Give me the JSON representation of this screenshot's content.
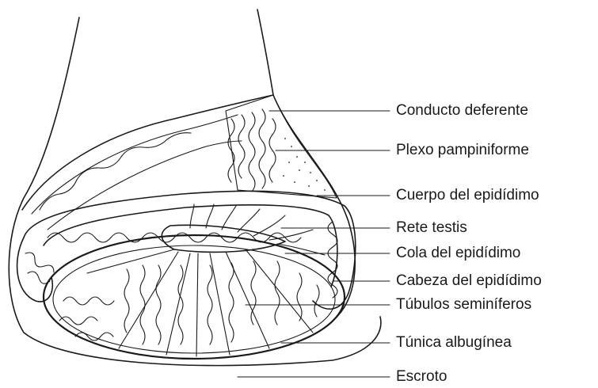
{
  "labels": [
    {
      "id": "conducto-deferente",
      "text": "Conducto deferente"
    },
    {
      "id": "plexo-pampiniforme",
      "text": "Plexo pampiniforme"
    },
    {
      "id": "cuerpo-epididimo",
      "text": "Cuerpo del epidídimo"
    },
    {
      "id": "rete-testis",
      "text": "Rete testis"
    },
    {
      "id": "cola-epididimo",
      "text": "Cola del epidídimo"
    },
    {
      "id": "cabeza-epididimo",
      "text": "Cabeza del epidídimo"
    },
    {
      "id": "tubulos-seminiferos",
      "text": "Túbulos seminíferos"
    },
    {
      "id": "tunica-albuginea",
      "text": "Túnica albugínea"
    },
    {
      "id": "escroto",
      "text": "Escroto"
    }
  ]
}
